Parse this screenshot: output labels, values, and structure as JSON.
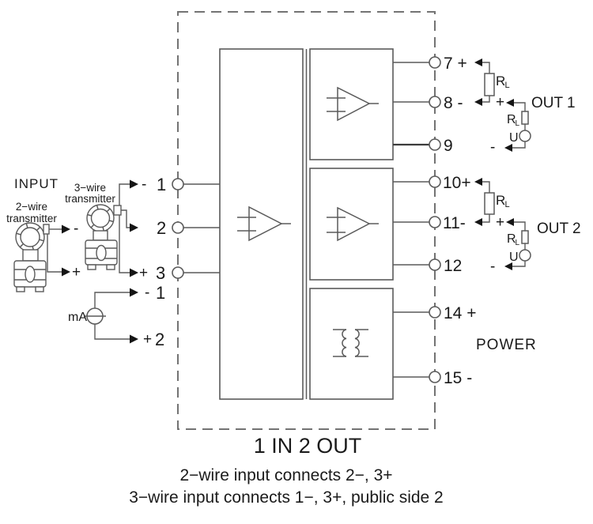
{
  "colors": {
    "background": "#ffffff",
    "line": "#5a5a5a",
    "dashed_border": "#737373",
    "text": "#1a1a1a",
    "arrow": "#151515"
  },
  "input": {
    "section_label": "INPUT",
    "transmitter_2wire": {
      "label_line1": "2−wire",
      "label_line2": "transmitter",
      "minus_sign": "-",
      "plus_sign": "+"
    },
    "transmitter_3wire": {
      "label_line1": "3−wire",
      "label_line2": "transmitter"
    },
    "terminals": {
      "t1_sign": "-",
      "t1": "1",
      "t2": "2",
      "t3_sign": "+",
      "t3": "3"
    },
    "ma_source": {
      "label": "mA",
      "minus_sign": "-",
      "minus_terminal": "1",
      "plus_sign": "+",
      "plus_terminal": "2"
    }
  },
  "out1": {
    "label": "OUT 1",
    "terminal_7": "7 +",
    "terminal_8": "8 -",
    "terminal_9": "9",
    "resistor": "R",
    "resistor_sub": "L",
    "plus_sign": "+",
    "minus_sign": "-",
    "voltage_source": "U"
  },
  "out2": {
    "label": "OUT 2",
    "terminal_10": "10+",
    "terminal_11": "11-",
    "terminal_12": "12",
    "resistor": "R",
    "resistor_sub": "L",
    "plus_sign": "+",
    "minus_sign": "-",
    "voltage_source": "U"
  },
  "power": {
    "label": "POWER",
    "terminal_14": "14 +",
    "terminal_15": "15 -"
  },
  "footer": {
    "title": "1 IN 2 OUT",
    "note_2wire": "2−wire input connects 2−, 3+",
    "note_3wire": "3−wire input connects 1−, 3+, public side 2"
  }
}
